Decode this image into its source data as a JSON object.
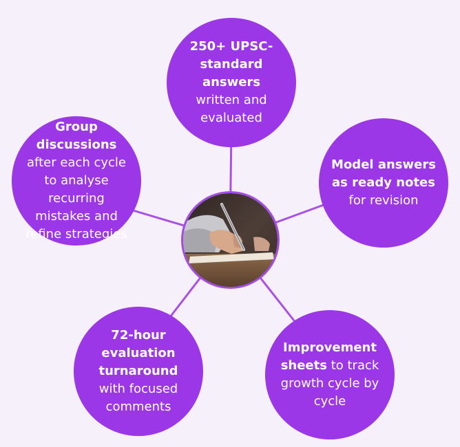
{
  "colors": {
    "background": "#f6f0fb",
    "node": "#9b37e6",
    "connector": "#a94fe6",
    "text": "#ffffff"
  },
  "center": {
    "image": "writing-photo-icon"
  },
  "nodes": {
    "top": {
      "strong": "250+ UPSC-standard answers",
      "light": "written and evaluated"
    },
    "right": {
      "strong": "Model answers as ready notes",
      "light": "for revision"
    },
    "bottom_right": {
      "strong": "Improvement sheets",
      "light": "to track growth cycle by cycle"
    },
    "bottom_left": {
      "strong": "72-hour evaluation turnaround",
      "light": "with focused comments"
    },
    "left": {
      "strong": "Group discussions",
      "light": "after each cycle to analyse recurring mistakes and refine strategies"
    }
  }
}
